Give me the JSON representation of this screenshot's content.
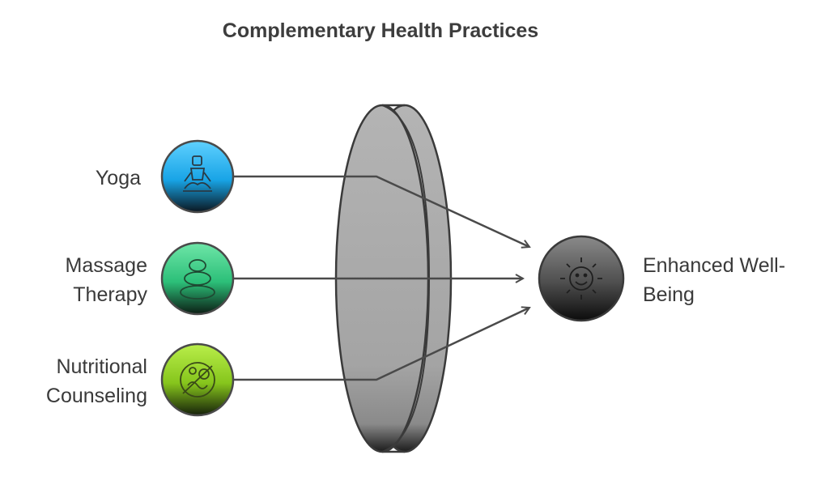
{
  "title": "Complementary Health Practices",
  "inputs": [
    {
      "line1": "Yoga",
      "line2": "",
      "icon": "meditation-icon",
      "color": "#1aa7e8"
    },
    {
      "line1": "Massage",
      "line2": "Therapy",
      "icon": "massage-stones-icon",
      "color": "#2fc47c"
    },
    {
      "line1": "Nutritional",
      "line2": "Counseling",
      "icon": "food-plate-icon",
      "color": "#8cc820"
    }
  ],
  "output": {
    "line1": "Enhanced Well-",
    "line2": "Being",
    "icon": "smiling-sun-icon",
    "color": "#4a4a4a"
  },
  "lens_color": "#a9a9a9"
}
